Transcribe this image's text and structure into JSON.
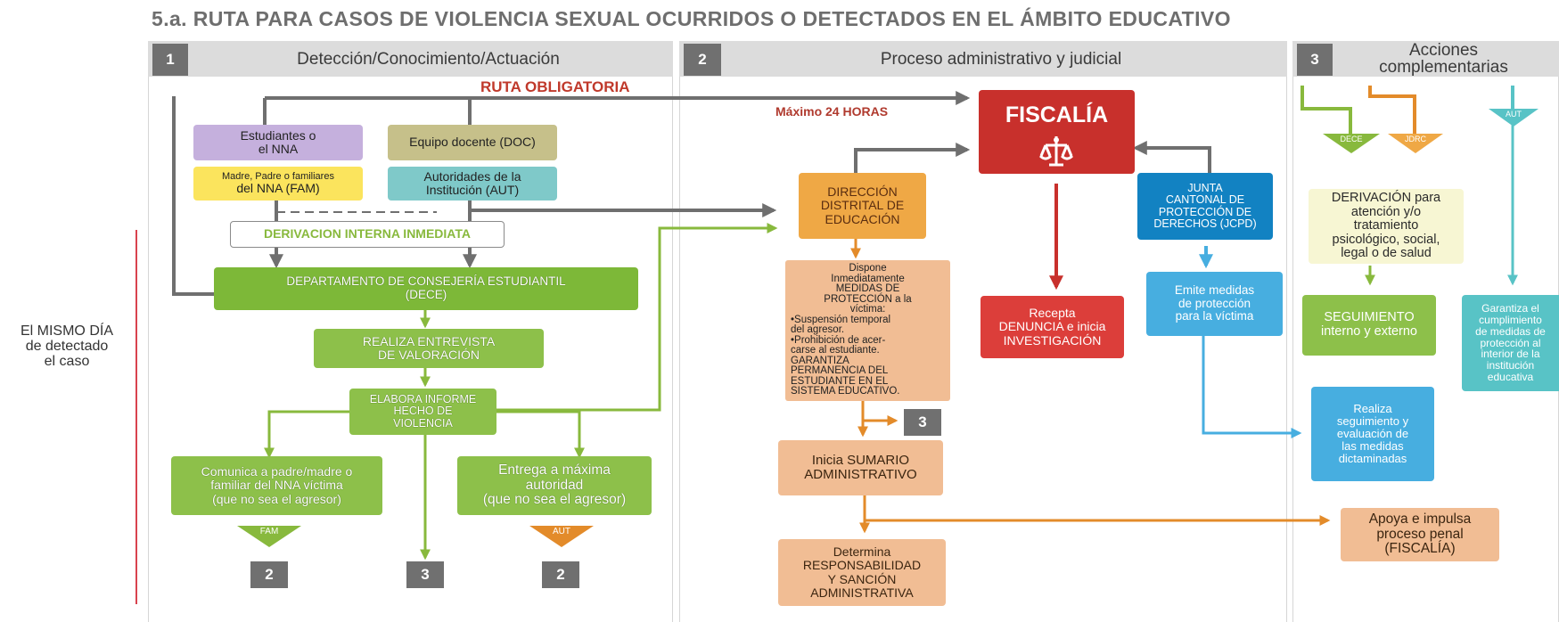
{
  "title": "5.a. RUTA PARA CASOS DE VIOLENCIA SEXUAL OCURRIDOS O DETECTADOS EN EL ÁMBITO EDUCATIVO",
  "columns": [
    {
      "number": "1",
      "title": "Detección/Conocimiento/Actuación"
    },
    {
      "number": "2",
      "title": "Proceso administrativo y judicial"
    },
    {
      "number": "3",
      "title": "Acciones\ncomplementarias"
    }
  ],
  "left_label": "El MISMO DÍA\nde detectado\nel caso",
  "ruta_obligatoria": "RUTA OBLIGATORIA",
  "maximo_24": "Máximo 24 HORAS",
  "col1": {
    "estudiantes": "Estudiantes o\nel NNA",
    "equipo_docente": "Equipo docente (DOC)",
    "padres_small": "Madre, Padre o familiares",
    "padres_big": "del NNA (FAM)",
    "autoridades": "Autoridades de la\nInstitución (AUT)",
    "derivacion_interna": "DERIVACION INTERNA INMEDIATA",
    "dece": "DEPARTAMENTO DE CONSEJERÍA ESTUDIANTIL\n(DECE)",
    "entrevista": "REALIZA ENTREVISTA\nDE VALORACIÓN",
    "informe": "ELABORA INFORME\nHECHO DE\nVIOLENCIA",
    "comunica": "Comunica a padre/madre o\nfamiliar del NNA víctima\n(que no sea el agresor)",
    "entrega": "Entrega a máxima\nautoridad\n(que no sea el agresor)",
    "tag_fam": "FAM",
    "tag_aut": "AUT",
    "ref_left": "2",
    "ref_mid": "3",
    "ref_right": "2"
  },
  "col2": {
    "fiscalia": "FISCALÍA",
    "direccion": "DIRECCIÓN\nDISTRITAL DE\nEDUCACIÓN",
    "junta": "JUNTA\nCANTONAL DE\nPROTECCIÓN DE\nDERECHOS (JCPD)",
    "dispone_head": "Dispone\nInmediatamente\nMEDIDAS DE\nPROTECCIÓN a la\nvíctima:",
    "dispone_item1": "•Suspensión temporal\n del agresor.",
    "dispone_item2": "•Prohibición de acer-\n carse al estudiante.",
    "dispone_tail": "GARANTIZA\nPERMANENCIA DEL\nESTUDIANTE EN EL\nSISTEMA EDUCATIVO.",
    "recepta": "Recepta\nDENUNCIA e inicia\nINVESTIGACIÓN",
    "emite": "Emite medidas\nde protección\npara la víctima",
    "ref_3": "3",
    "sumario": "Inicia SUMARIO\nADMINISTRATIVO",
    "determina": "Determina\nRESPONSABILIDAD\nY SANCIÓN\nADMINISTRATIVA"
  },
  "col3": {
    "tag_dece": "DECE",
    "tag_jdrc": "JDRC",
    "tag_aut": "AUT",
    "derivacion": "DERIVACIÓN para\natención y/o\ntratamiento\npsicológico, social,\nlegal o de salud",
    "seguimiento": "SEGUIMIENTO\ninterno y externo",
    "garantiza": "Garantiza el\ncumplimiento\nde medidas de\nprotección al\ninterior de la\ninstitución\neducativa",
    "realiza": "Realiza\nseguimiento y\nevaluación de\nlas medidas\ndictaminadas",
    "apoya": "Apoya e impulsa\nproceso penal\n(FISCALÍA)"
  },
  "colors": {
    "grey_arrow": "#6f6f6f",
    "green": "#88b93d",
    "orange": "#e38b2a",
    "red": "#c8302c",
    "blue": "#47aee0",
    "teal": "#58c3c6",
    "purple": "#c5b0dd",
    "olive": "#c6c08a",
    "yellow": "#fbe45d",
    "salmon": "#f1bd94"
  }
}
